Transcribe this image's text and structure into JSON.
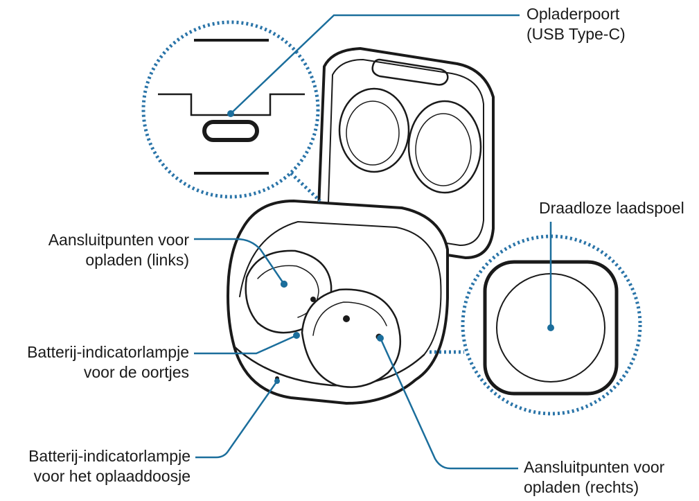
{
  "colors": {
    "leader": "#1b6e9c",
    "dotted": "#2a74a8",
    "outline": "#1a1a1a"
  },
  "labels": {
    "port": {
      "line1": "Opladerpoort",
      "line2": "(USB Type-C)"
    },
    "coil": {
      "line1": "Draadloze laadspoel"
    },
    "contacts_left": {
      "line1": "Aansluitpunten voor",
      "line2": "opladen (links)"
    },
    "battery_buds": {
      "line1": "Batterij-indicatorlampje",
      "line2": "voor de oortjes"
    },
    "battery_case": {
      "line1": "Batterij-indicatorlampje",
      "line2": "voor het oplaaddoosje"
    },
    "contacts_right": {
      "line1": "Aansluitpunten voor",
      "line2": "opladen (rechts)"
    }
  }
}
